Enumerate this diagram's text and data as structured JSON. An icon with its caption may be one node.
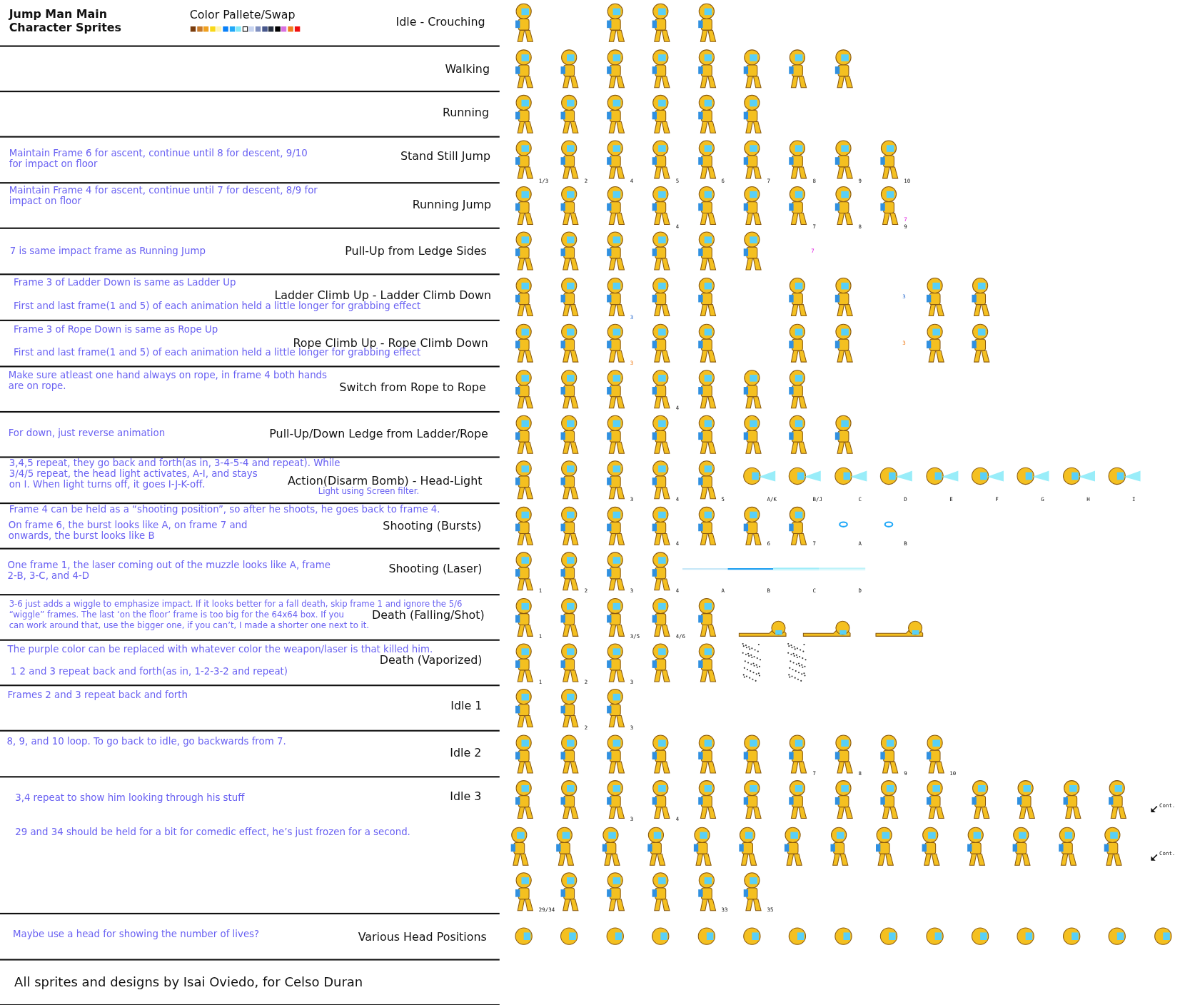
{
  "diagram": {
    "title": "Jump Man Main Character Sprites",
    "caption": "All sprites and designs by Isai Oviedo, for Celso Duran",
    "labels": [
      "Color Pallete/Swap",
      "Idle - Crouching",
      "Walking",
      "Running",
      "Maintain Frame 6 for ascent, continue until 8 for descent, 9/10 for impact on floor",
      "Stand Still Jump",
      "1/3",
      "2",
      "4",
      "5",
      "6",
      "7",
      "8",
      "9",
      "10",
      "Maintain Frame 4 for ascent, continue until 7 for descent, 8/9 for impact on floor",
      "Running Jump",
      "4",
      "7",
      "8",
      "7",
      "9",
      "7 is same impact frame as Running Jump",
      "Pull-Up from Ledge Sides",
      "7",
      "Frame 3 of Ladder Down is same as Ladder Up",
      "Ladder Climb Up - Ladder Climb Down",
      "First and last frame(1 and 5) of each animation held a little longer for grabbing effect",
      "3",
      "3",
      "Frame 3 of Rope Down is same as Rope Up",
      "Rope Climb Up - Rope Climb Down",
      "First and last frame(1 and 5) of each animation held a little longer for grabbing effect",
      "3",
      "3",
      "Make sure atleast one hand always on rope, in frame 4 both hands are on rope.",
      "Switch from Rope to Rope",
      "4",
      "For down, just reverse animation",
      "Pull-Up/Down Ledge from Ladder/Rope",
      "3,4,5 repeat, they go back and forth(as in, 3-4-5-4 and repeat). While 3/4/5 repeat, the head light activates, A-I, and stays on I. When light turns off, it goes I-J-K-off.",
      "Action(Disarm Bomb) - Head-Light",
      "Light using Screen filter.",
      "3",
      "4",
      "5",
      "A/K",
      "B/J",
      "C",
      "D",
      "E",
      "F",
      "G",
      "H",
      "I",
      "Frame 4 can be held as a “shooting position”, so after he shoots, he goes back to frame 4.",
      "On frame 6, the burst looks like A, on frame 7 and onwards, the burst looks like B",
      "Shooting (Bursts)",
      "4",
      "6",
      "7",
      "A",
      "B",
      "One frame 1, the laser coming out of the muzzle looks like A, frame 2-B, 3-C, and 4-D",
      "Shooting (Laser)",
      "1",
      "2",
      "3",
      "4",
      "A",
      "B",
      "C",
      "D",
      "3-6 just adds a wiggle to emphasize impact. If it looks better for a fall death, skip frame 1 and ignore the 5/6 “wiggle” frames. The last ‘on the floor’ frame is too big for the 64x64 box. If you can work around that, use the bigger one, if you can’t, I made a shorter one next to it.",
      "Death (Falling/Shot)",
      "1",
      "3/5",
      "4/6",
      "The purple color can be replaced with whatever color the weapon/laser is that killed him.",
      "Death (Vaporized)",
      "1 2 and 3 repeat back and forth(as in, 1-2-3-2 and repeat)",
      "1",
      "2",
      "3",
      "Frames 2 and 3 repeat back and forth",
      "Idle 1",
      "2",
      "3",
      "8, 9, and 10 loop. To go back to idle, go backwards from 7.",
      "Idle 2",
      "7",
      "8",
      "9",
      "10",
      "3,4 repeat to show him looking through his stuff",
      "Idle 3",
      "3",
      "4",
      "Cont.",
      "29 and 34 should be held for a bit for comedic effect, he’s just frozen for a second.",
      "Cont.",
      "29/34",
      "33",
      "35",
      "Maybe use a head for showing the number of lives?",
      "Various Head Positions"
    ]
  }
}
